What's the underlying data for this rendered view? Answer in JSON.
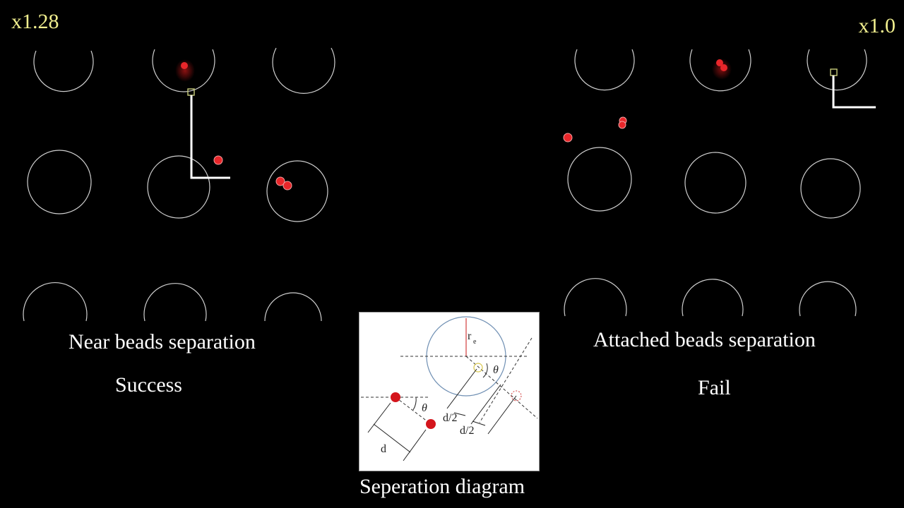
{
  "left": {
    "speed": "x1.28",
    "title": "Near beads separation",
    "result": "Success"
  },
  "right": {
    "speed": "x1.0",
    "title": "Attached beads separation",
    "result": "Fail"
  },
  "diagram": {
    "caption": "Seperation diagram",
    "labels": {
      "radius_main": "r",
      "radius_sub": "e",
      "angle_top": "θ",
      "angle_bottom": "θ",
      "half_distance_1": "d/2",
      "half_distance_2": "d/2",
      "distance": "d"
    }
  },
  "colors": {
    "background": "#000000",
    "speed_text": "#f0ee8e",
    "bead": "#e8262a",
    "trap_circle": "#cfcfcf",
    "diagram_circle": "#6f8fb3",
    "marker": "#c8cc7a"
  }
}
